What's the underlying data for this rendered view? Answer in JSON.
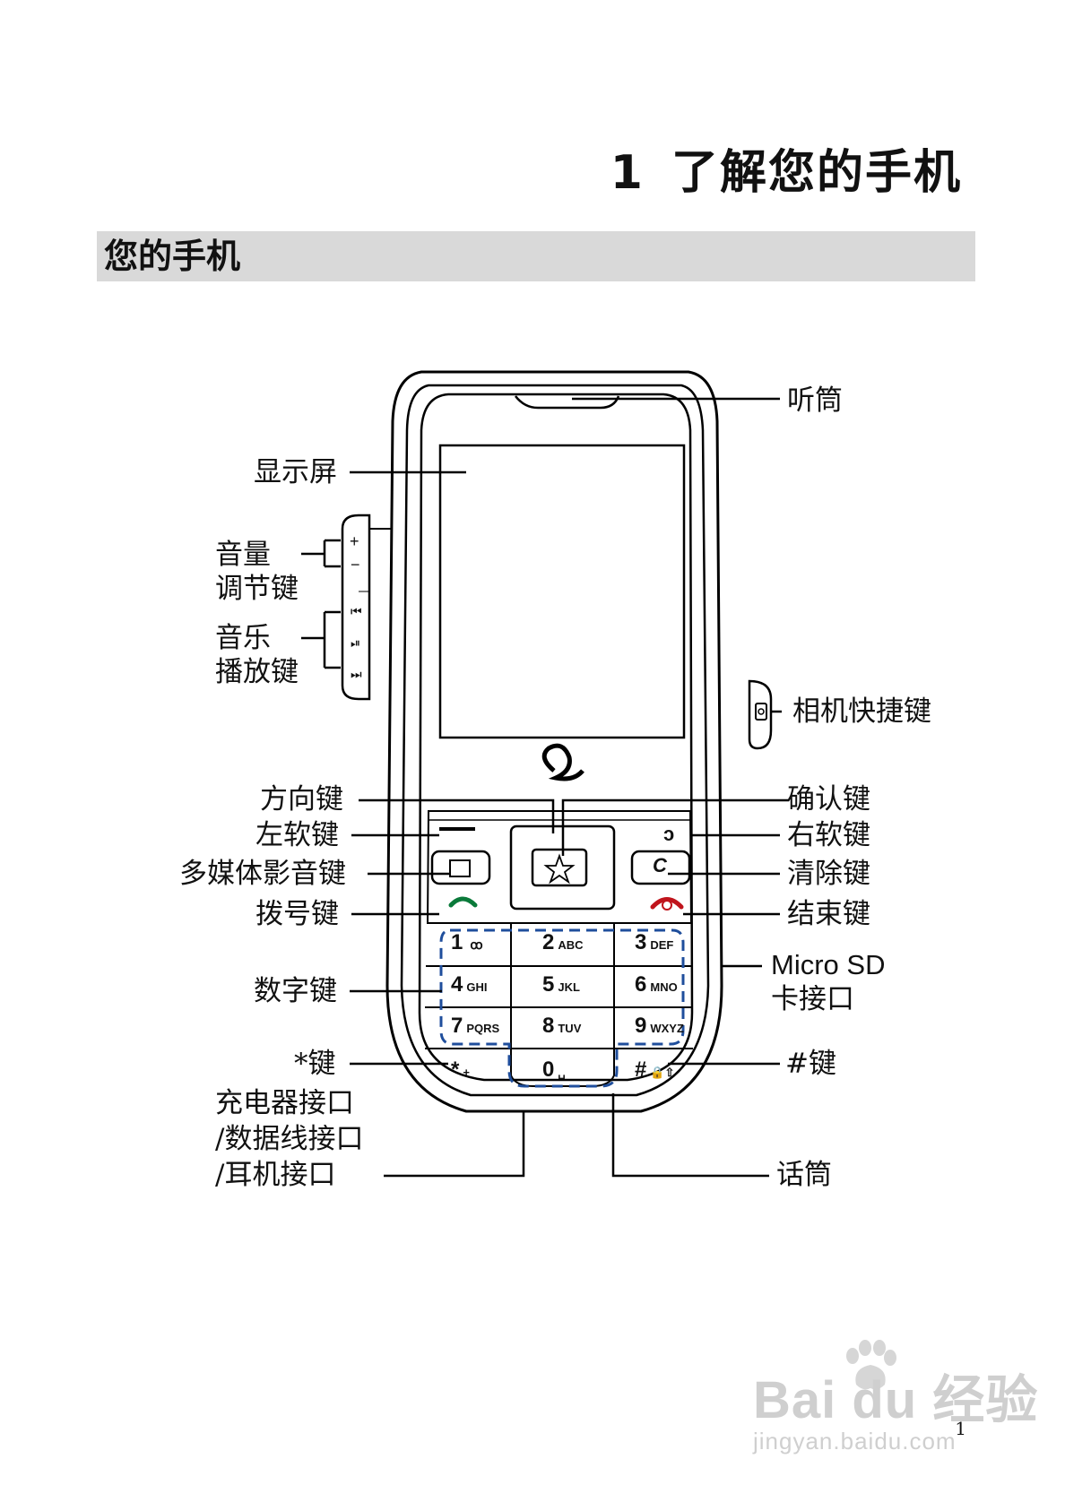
{
  "chapter": {
    "number": "1",
    "title": "了解您的手机"
  },
  "section": {
    "title": "您的手机"
  },
  "callouts": {
    "earpiece": "听筒",
    "display": "显示屏",
    "volume_line1": "音量",
    "volume_line2": "调节键",
    "music_line1": "音乐",
    "music_line2": "播放键",
    "camera_key": "相机快捷键",
    "navigation_key": "方向键",
    "confirm_key": "确认键",
    "left_soft_key": "左软键",
    "right_soft_key": "右软键",
    "multimedia_key": "多媒体影音键",
    "clear_key": "清除键",
    "dial_key": "拨号键",
    "end_key": "结束键",
    "microsd_line1": "Micro SD",
    "microsd_line2": "卡接口",
    "number_keys": "数字键",
    "star_key": "*键",
    "hash_key": "#键",
    "charger_line1": "充电器接口",
    "charger_line2": "/数据线接口",
    "charger_line3": "/耳机接口",
    "microphone": "话筒"
  },
  "keypad": [
    {
      "digit": "1",
      "letters": "",
      "extra": "ꝏ"
    },
    {
      "digit": "2",
      "letters": "ABC",
      "extra": ""
    },
    {
      "digit": "3",
      "letters": "DEF",
      "extra": ""
    },
    {
      "digit": "4",
      "letters": "GHI",
      "extra": ""
    },
    {
      "digit": "5",
      "letters": "JKL",
      "extra": ""
    },
    {
      "digit": "6",
      "letters": "MNO",
      "extra": ""
    },
    {
      "digit": "7",
      "letters": "PQRS",
      "extra": ""
    },
    {
      "digit": "8",
      "letters": "TUV",
      "extra": ""
    },
    {
      "digit": "9",
      "letters": "WXYZ",
      "extra": ""
    },
    {
      "digit": "*",
      "letters": "+",
      "extra": ""
    },
    {
      "digit": "0",
      "letters": "␣",
      "extra": ""
    },
    {
      "digit": "#",
      "letters": "🔒⇧",
      "extra": ""
    }
  ],
  "side_buttons": {
    "vol_up": "+",
    "vol_down": "−"
  },
  "page_number": "1",
  "watermark": {
    "brand": "Bai du 经验",
    "url": "jingyan.baidu.com"
  }
}
